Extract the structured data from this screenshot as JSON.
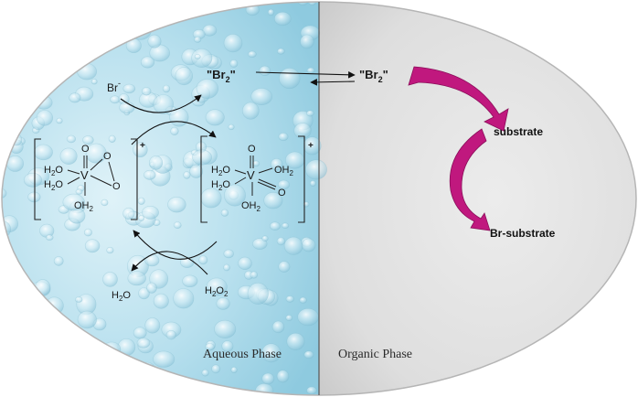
{
  "phases": {
    "aqueous": "Aqueous Phase",
    "organic": "Organic Phase"
  },
  "species": {
    "bromide": "Br",
    "bromide_charge": "-",
    "br2_aq": "\"Br",
    "br2_aq_sub": "2",
    "br2_aq_end": "\"",
    "br2_org": "\"Br",
    "br2_org_sub": "2",
    "br2_org_end": "\"",
    "water": "H",
    "water_sub": "2",
    "water_end": "O",
    "peroxide": "H",
    "peroxide_sub": "2",
    "peroxide_o": "O",
    "peroxide_sub2": "2"
  },
  "complex_left": {
    "charge": "+",
    "v": "V",
    "o_top": "O",
    "o_peroxo1": "O",
    "o_peroxo2": "O",
    "h2o_1": "H",
    "h2o_1_sub": "2",
    "h2o_1_end": "O",
    "h2o_2": "H",
    "h2o_2_sub": "2",
    "h2o_2_end": "O",
    "oh2_bottom": "OH",
    "oh2_bottom_sub": "2"
  },
  "complex_right": {
    "charge": "+",
    "v": "V",
    "o_top": "O",
    "o_right": "O",
    "h2o_1": "H",
    "h2o_1_sub": "2",
    "h2o_1_end": "O",
    "h2o_2": "H",
    "h2o_2_sub": "2",
    "h2o_2_end": "O",
    "oh2_right": "OH",
    "oh2_right_sub": "2",
    "oh2_bottom": "OH",
    "oh2_bottom_sub": "2"
  },
  "organic_steps": {
    "substrate": "substrate",
    "product": "Br-substrate"
  },
  "colors": {
    "aqueous": "#a8d8ea",
    "organic": "#dcdcdc",
    "arrow_magenta": "#c0187e"
  },
  "icons": {
    "bubbles": "water-droplet-texture"
  }
}
